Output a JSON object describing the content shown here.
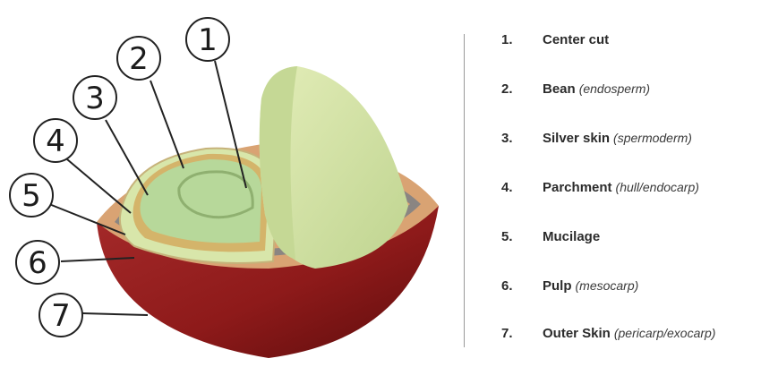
{
  "legend": {
    "items": [
      {
        "number": "1.",
        "name": "Center cut",
        "detail": ""
      },
      {
        "number": "2.",
        "name": "Bean",
        "detail": "(endosperm)"
      },
      {
        "number": "3.",
        "name": "Silver skin",
        "detail": "(spermoderm)"
      },
      {
        "number": "4.",
        "name": "Parchment",
        "detail": "(hull/endocarp)"
      },
      {
        "number": "5.",
        "name": "Mucilage",
        "detail": ""
      },
      {
        "number": "6.",
        "name": "Pulp",
        "detail": "(mesocarp)"
      },
      {
        "number": "7.",
        "name": "Outer Skin",
        "detail": "(pericarp/exocarp)"
      }
    ]
  },
  "callouts": [
    "1",
    "2",
    "3",
    "4",
    "5",
    "6",
    "7"
  ],
  "colors": {
    "outer_skin": "#8e1a1a",
    "pulp": "#d9a373",
    "mucilage": "#8a8582",
    "parchment": "#d8e6aa",
    "silver_skin": "#d4b46a",
    "bean": "#b7d89a",
    "bean_half": "#cfe2a6"
  }
}
